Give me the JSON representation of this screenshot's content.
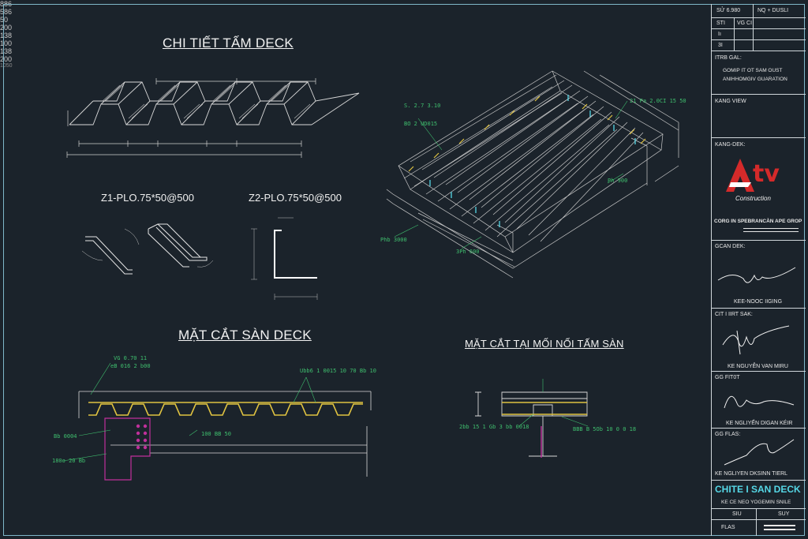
{
  "titles": {
    "deck_detail": "CHI TIẾT TẤM DECK",
    "z1": "Z1-PLO.75*50@500",
    "z2": "Z2-PLO.75*50@500",
    "section": "MẶT CẮT SÀN DECK",
    "joint": "MẶT CẮT TẠI MỐI NỐI TẤM SÀN"
  },
  "dimensions": {
    "top_left": "886",
    "top_right": "586",
    "height": "50",
    "bottom": [
      "200",
      "138",
      "100",
      "138",
      "200"
    ],
    "total": "1050"
  },
  "labels": {
    "iso_a": "S. 2.7 3.10",
    "iso_b": "BO 2 UD015",
    "iso_c": "21 Pa 2.0CI 15 50",
    "iso_d": "Ph 900",
    "iso_e": "Phb 3000",
    "iso_f": "3Ph 600",
    "sec_a": "VG 0.70 11",
    "sec_b": "eB 016 2 b00",
    "sec_c": "Ubb6 1 0015 10 70 Bb 10",
    "sec_d": "Bb 0004",
    "sec_e": "100 BB 50",
    "sec_f": "180o 20 Bb",
    "joint_a": "2bb 15 1 Gb 3 bb 0018",
    "joint_b": "BBB B 5Ob 10 0 0 18"
  },
  "title_block": {
    "r1c1": "SỬ 6.980",
    "r1c2": "NQ + DUSLI",
    "r2c1": "STI",
    "r2c2": "VG CI",
    "r3c1": "Iı",
    "r4c1": "3I",
    "ttrb_label": "ITRB GAL:",
    "ttrb_line1": "GOMIP IT OT SAM OUST",
    "ttrb_line2": "ANIHHOMGIV GUARATION",
    "kang_view": "KANG VIEW",
    "kang_dek": "KANG-DEK:",
    "logo_main": "tv",
    "logo_sub": "Construction",
    "company": "CORG IN SPEBRANCÀN APE GROP",
    "gcan_dek": "GCAN DEK:",
    "sig1_name": "KEE-NOOC IIGING",
    "cit_label": "CIT I IIRT SAK:",
    "sig2_name": "KE NGUYỄN VAN MIRU",
    "ge_label": "GG FIT0T",
    "sig3_name": "KE NGLIYẾN DIGAN KÉIR",
    "gg_flas": "GG FLAS:",
    "sig4_name": "KE NGLIYEN DKSINN TIERL",
    "sheet_title": "CHITE I SAN DECK",
    "sheet_sub": "KE CE NEO YOGEMIN SNILE",
    "foot_c1": "SIU",
    "foot_c2": "SUY",
    "foot_flas": "FLAS"
  },
  "colors": {
    "background": "#1b232b",
    "line": "#e6e6e6",
    "deck_yellow": "#e0c341",
    "dim_green": "#3fbf6e",
    "cyan": "#55d7e6",
    "magenta": "#c0309b",
    "logo_red": "#d42a2a"
  }
}
